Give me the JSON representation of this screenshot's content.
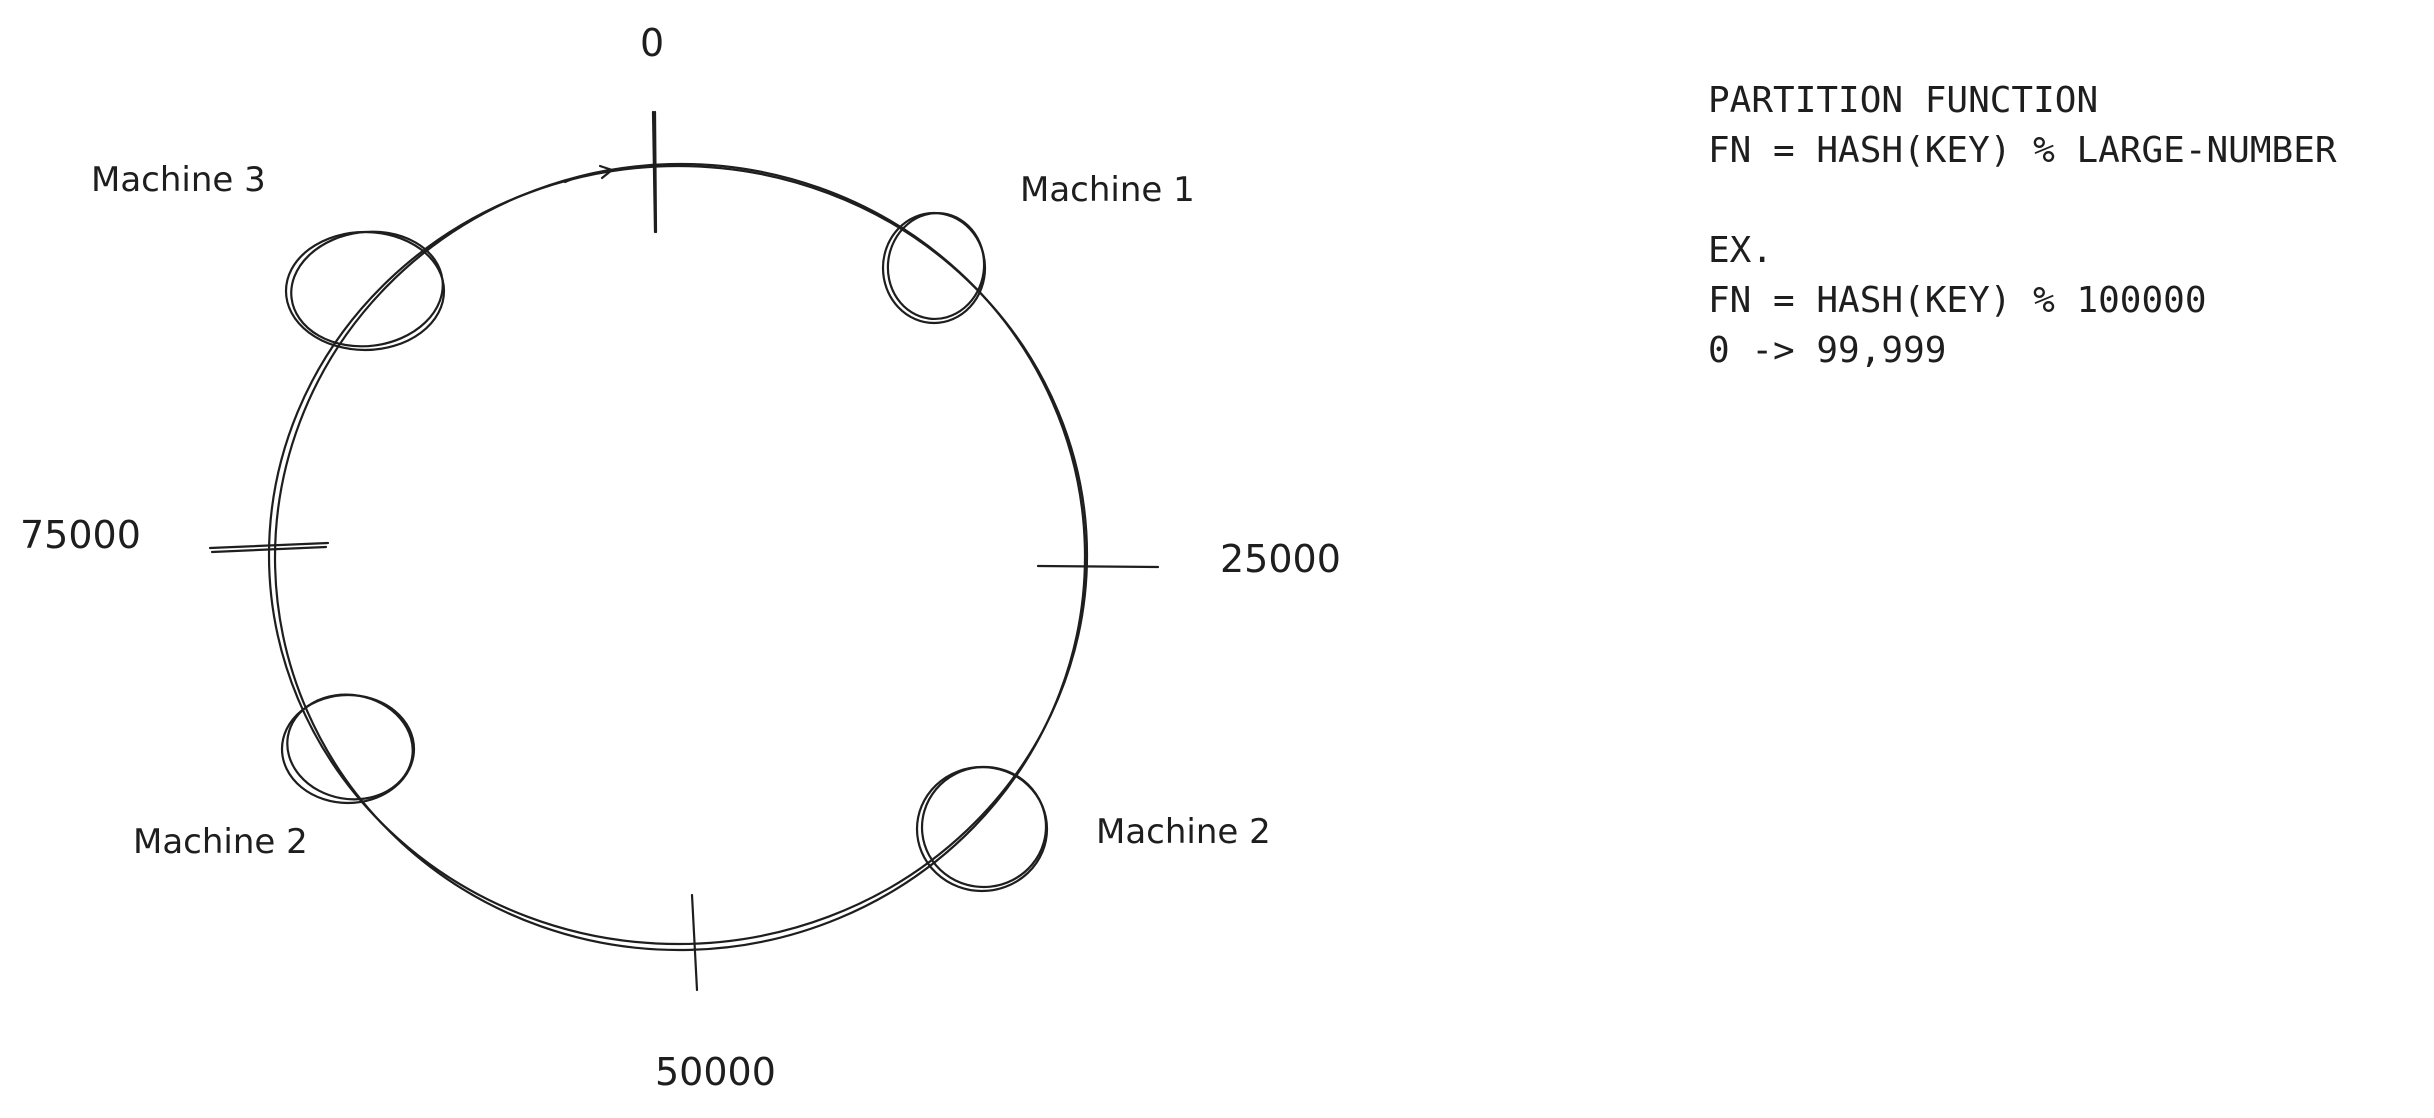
{
  "ring": {
    "ticks": [
      {
        "label": "0"
      },
      {
        "label": "25000"
      },
      {
        "label": "50000"
      },
      {
        "label": "75000"
      }
    ],
    "machines": [
      {
        "label": "Machine 1"
      },
      {
        "label": "Machine 2"
      },
      {
        "label": "Machine 2"
      },
      {
        "label": "Machine 3"
      }
    ]
  },
  "notes": {
    "lines": [
      "PARTITION FUNCTION",
      "FN = HASH(KEY) % LARGE-NUMBER",
      "",
      "EX.",
      "FN = HASH(KEY) % 100000",
      "0 -> 99,999"
    ]
  },
  "colors": {
    "stroke": "#1e1e1e",
    "background": "#ffffff"
  }
}
